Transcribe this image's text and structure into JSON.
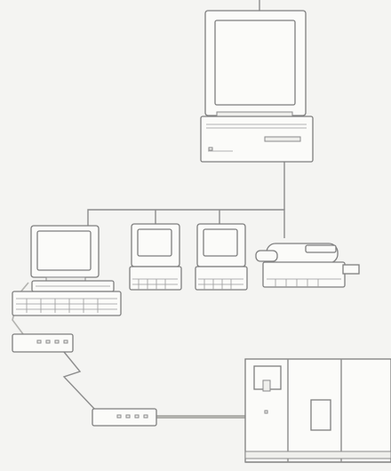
{
  "diagram": {
    "nodes": [
      {
        "id": "server-workstation",
        "icon": "large-monitor-desktop-icon"
      },
      {
        "id": "workstation-left",
        "icon": "desktop-computer-icon"
      },
      {
        "id": "compact-mac-1",
        "icon": "compact-computer-icon"
      },
      {
        "id": "compact-mac-2",
        "icon": "compact-computer-icon"
      },
      {
        "id": "laser-printer",
        "icon": "printer-icon"
      },
      {
        "id": "modem-1",
        "icon": "modem-icon"
      },
      {
        "id": "modem-2",
        "icon": "modem-icon"
      },
      {
        "id": "mainframe",
        "icon": "mainframe-cabinet-icon"
      }
    ],
    "links": [
      {
        "from": "server-workstation",
        "to": "network-bus"
      },
      {
        "from": "network-bus",
        "to": "workstation-left"
      },
      {
        "from": "network-bus",
        "to": "compact-mac-1"
      },
      {
        "from": "network-bus",
        "to": "compact-mac-2"
      },
      {
        "from": "network-bus",
        "to": "laser-printer"
      },
      {
        "from": "workstation-left",
        "to": "modem-1"
      },
      {
        "from": "modem-1",
        "to": "modem-2",
        "style": "lightning"
      },
      {
        "from": "modem-2",
        "to": "mainframe"
      }
    ]
  }
}
